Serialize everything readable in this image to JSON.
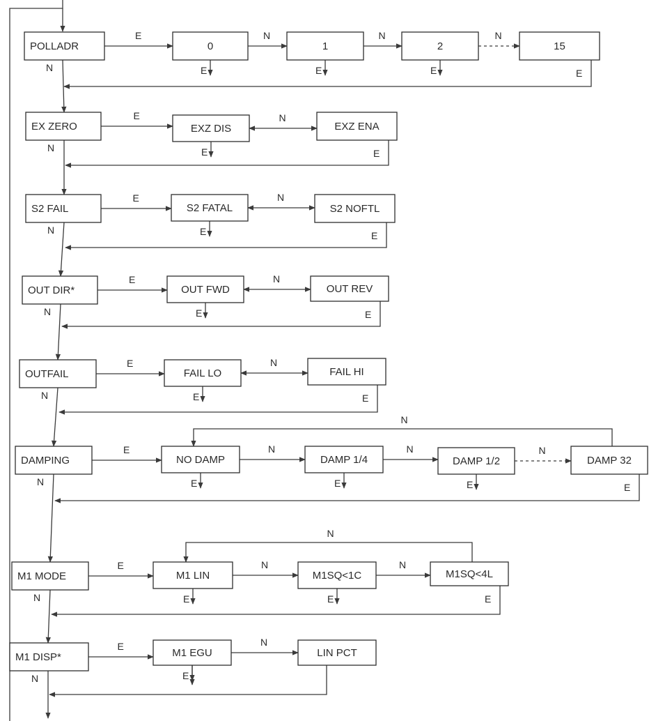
{
  "labels": {
    "enter": "E",
    "next": "N"
  },
  "rows": [
    {
      "id": "polladr",
      "param": "POLLADR",
      "options": [
        "0",
        "1",
        "2",
        "15"
      ]
    },
    {
      "id": "exzero",
      "param": "EX ZERO",
      "options": [
        "EXZ DIS",
        "EXZ ENA"
      ]
    },
    {
      "id": "s2fail",
      "param": "S2 FAIL",
      "options": [
        "S2 FATAL",
        "S2 NOFTL"
      ]
    },
    {
      "id": "outdir",
      "param": "OUT DIR*",
      "options": [
        "OUT FWD",
        "OUT REV"
      ]
    },
    {
      "id": "outfail",
      "param": "OUTFAIL",
      "options": [
        "FAIL LO",
        "FAIL HI"
      ]
    },
    {
      "id": "damping",
      "param": "DAMPING",
      "options": [
        "NO DAMP",
        "DAMP 1/4",
        "DAMP 1/2",
        "DAMP 32"
      ]
    },
    {
      "id": "m1mode",
      "param": "M1 MODE",
      "options": [
        "M1 LIN",
        "M1SQ<1C",
        "M1SQ<4L"
      ]
    },
    {
      "id": "m1disp",
      "param": "M1 DISP*",
      "options": [
        "M1 EGU",
        "LIN PCT"
      ]
    }
  ]
}
